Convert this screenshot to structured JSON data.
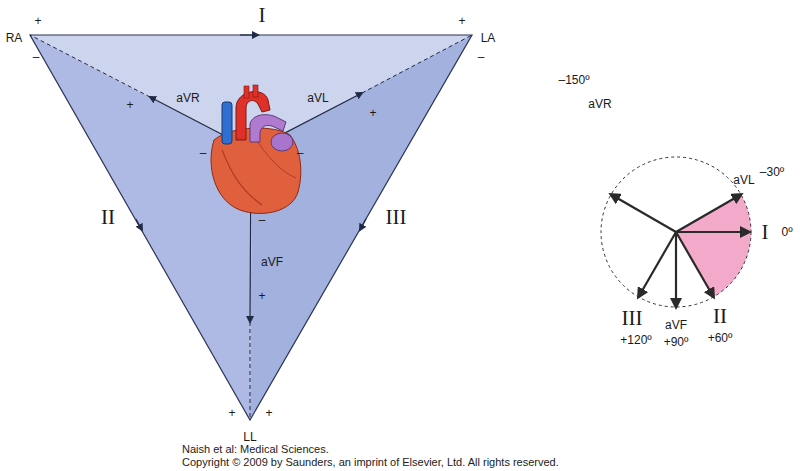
{
  "diagram": {
    "labels": [
      "+",
      "I",
      "+",
      "RA",
      "LA",
      "–",
      "–",
      "+",
      "aVR",
      "aVL",
      "+",
      "II",
      "III",
      "–",
      "–",
      "–",
      "aVF",
      "+",
      "+",
      "+",
      "LL",
      "–150º",
      "aVR",
      "aVL",
      "–30º",
      "I",
      "0º",
      "III",
      "+120º",
      "aVF",
      "+90º",
      "II",
      "+60º",
      "Naish et al: Medical Sciences.",
      "Copyright © 2009 by Saunders, an imprint of Elsevier, Ltd. All rights reserved."
    ]
  }
}
